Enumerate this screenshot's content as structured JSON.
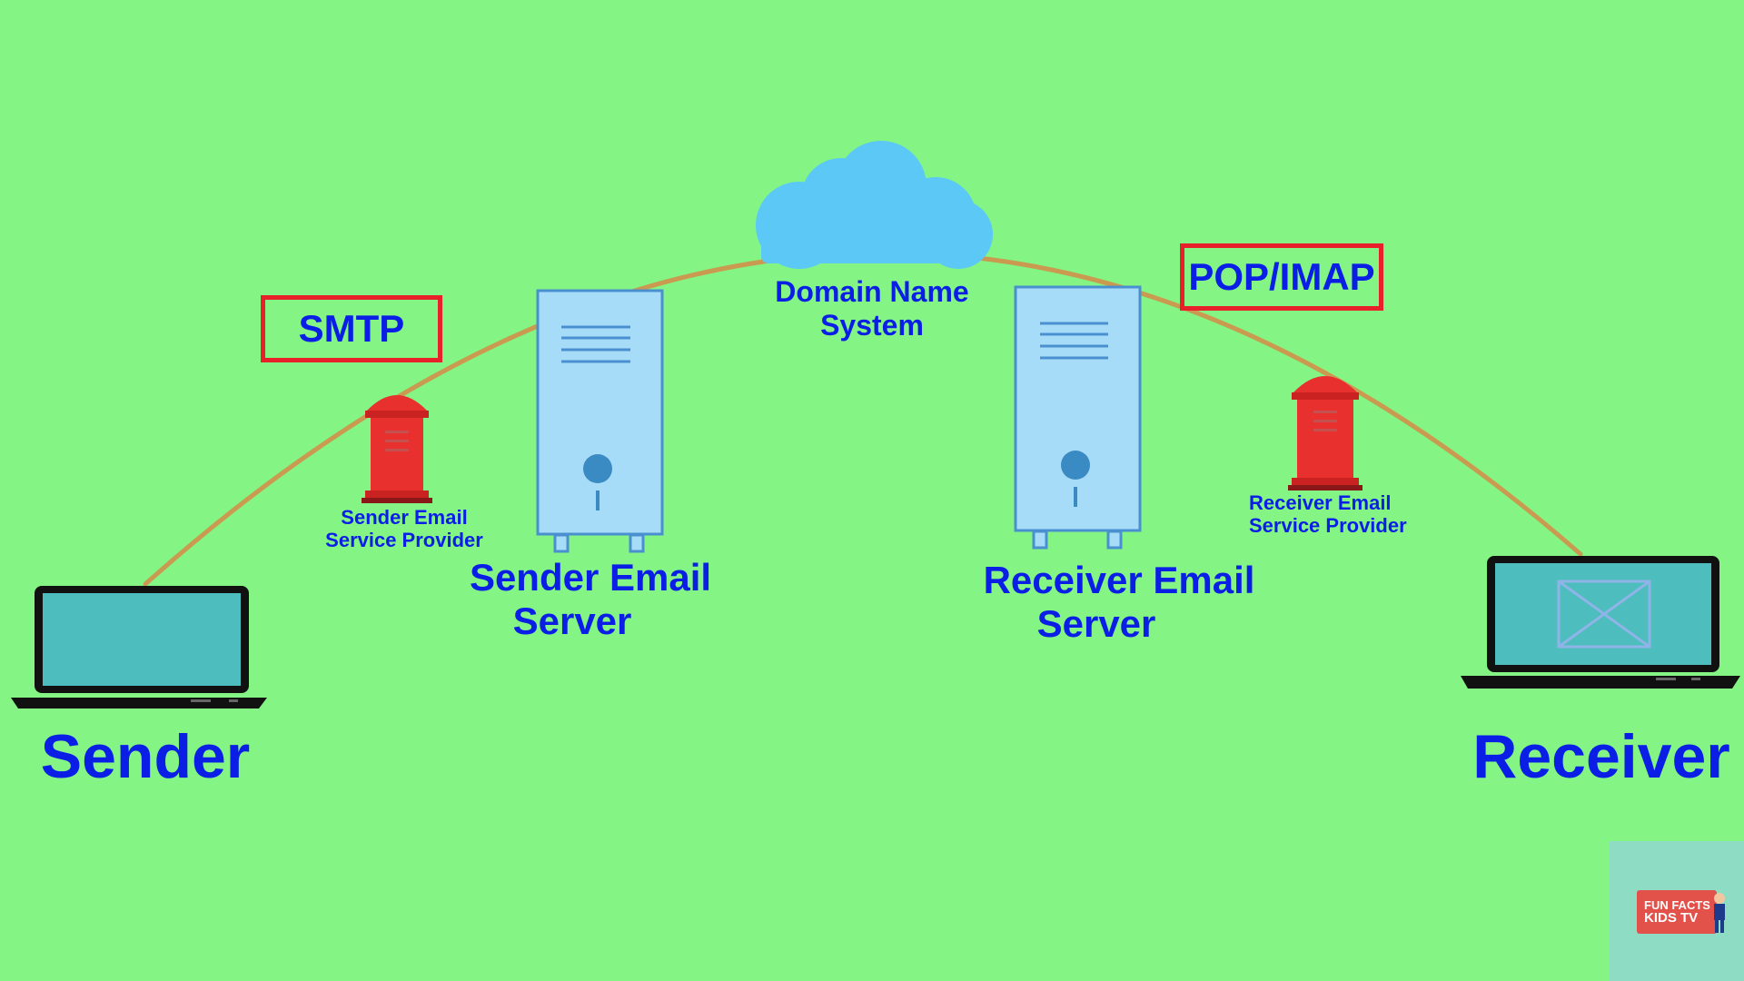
{
  "labels": {
    "sender": "Sender",
    "receiver": "Receiver",
    "sender_server": [
      "Sender Email",
      "Server"
    ],
    "receiver_server": [
      "Receiver Email",
      "Server"
    ],
    "dns": [
      "Domain Name",
      "System"
    ],
    "sender_provider": [
      "Sender Email",
      "Service Provider"
    ],
    "receiver_provider": [
      "Receiver Email",
      "Service Provider"
    ]
  },
  "protocols": {
    "smtp": "SMTP",
    "pop_imap": "POP/IMAP"
  },
  "badge": {
    "line1": "FUN FACTS",
    "line2": "KIDS TV"
  },
  "colors": {
    "background": "#84F584",
    "label_text": "#0A1EE6",
    "protocol_border": "#E8202A",
    "arc": "#C99A50",
    "server_fill": "#A6DCF7",
    "server_stroke": "#4A8FD0",
    "cloud": "#5BC8F5",
    "mailbox": "#E8302E",
    "laptop_screen": "#4DBDBD"
  },
  "icons": [
    "laptop-icon",
    "mailbox-icon",
    "server-icon",
    "cloud-icon",
    "envelope-icon"
  ]
}
